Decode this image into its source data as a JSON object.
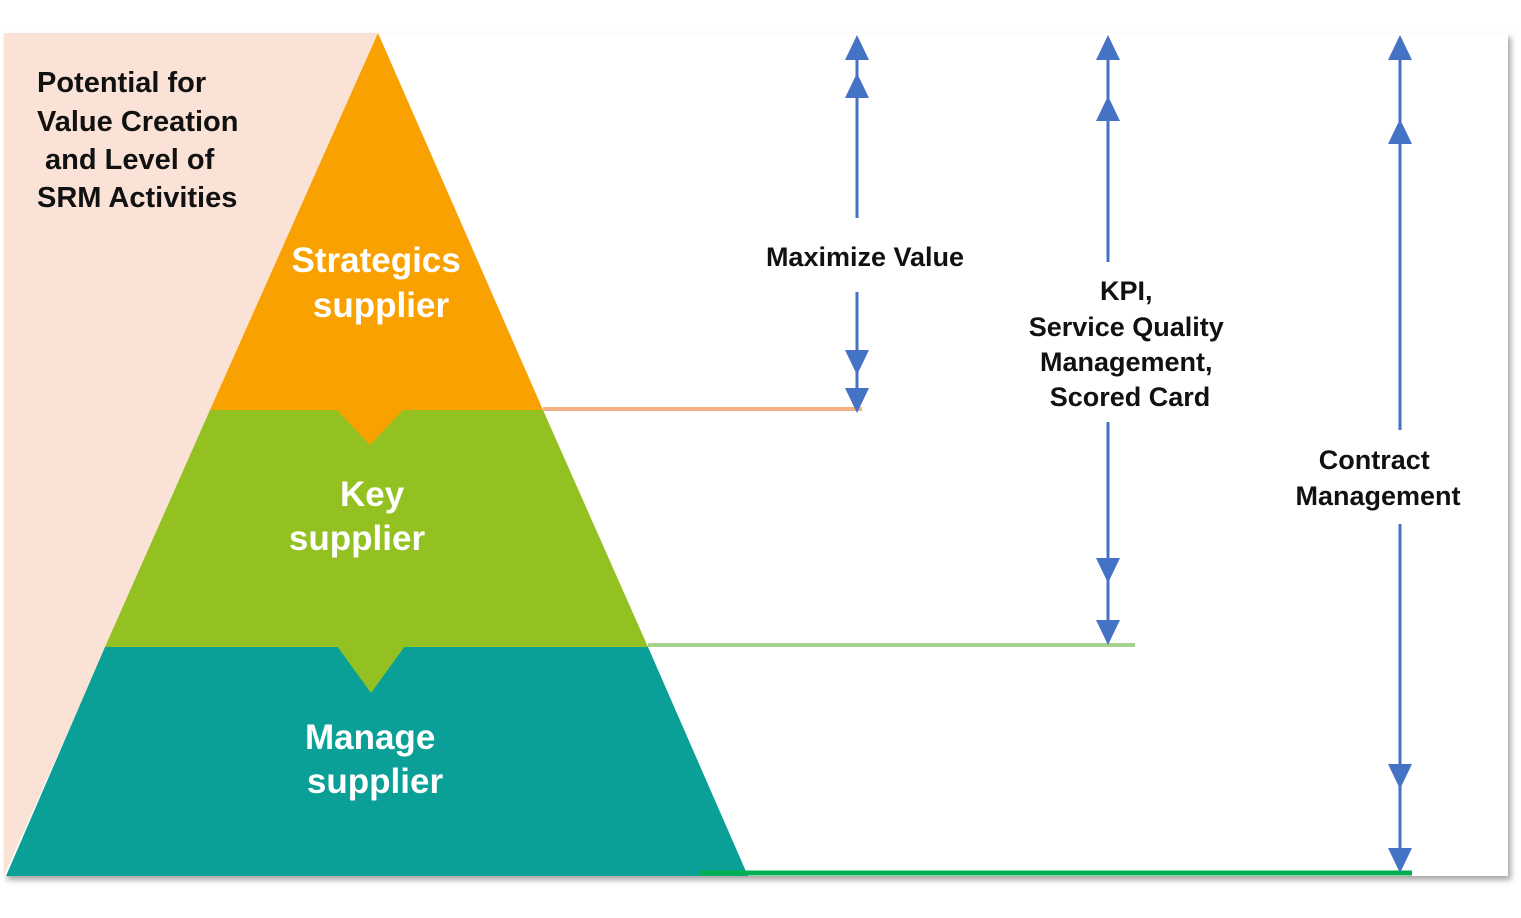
{
  "colors": {
    "left_panel": "#FAE3D6",
    "strategic": "#F9A100",
    "key": "#93C122",
    "manage": "#0A9F97",
    "arrow": "#4472C4",
    "line_strategic": "#F4B183",
    "line_key": "#A9D18E",
    "line_manage": "#00B050",
    "text_dark": "#111111",
    "text_light": "#ffffff"
  },
  "side_title": {
    "lines": [
      "Potential  for",
      "Value Creation",
      " and Level of",
      "SRM Activities"
    ]
  },
  "tiers": [
    {
      "id": "strategic",
      "lines": [
        "Strategics",
        "supplier"
      ]
    },
    {
      "id": "key",
      "lines": [
        "Key",
        "supplier"
      ]
    },
    {
      "id": "manage",
      "lines": [
        "Manage",
        "supplier"
      ]
    }
  ],
  "activities": [
    {
      "id": "maximize-value",
      "lines": [
        "Maximize Value"
      ]
    },
    {
      "id": "kpi",
      "lines": [
        "KPI,",
        "Service Quality",
        "Management,",
        "Scored Card"
      ]
    },
    {
      "id": "contract-management",
      "lines": [
        "Contract",
        "Management"
      ]
    }
  ]
}
